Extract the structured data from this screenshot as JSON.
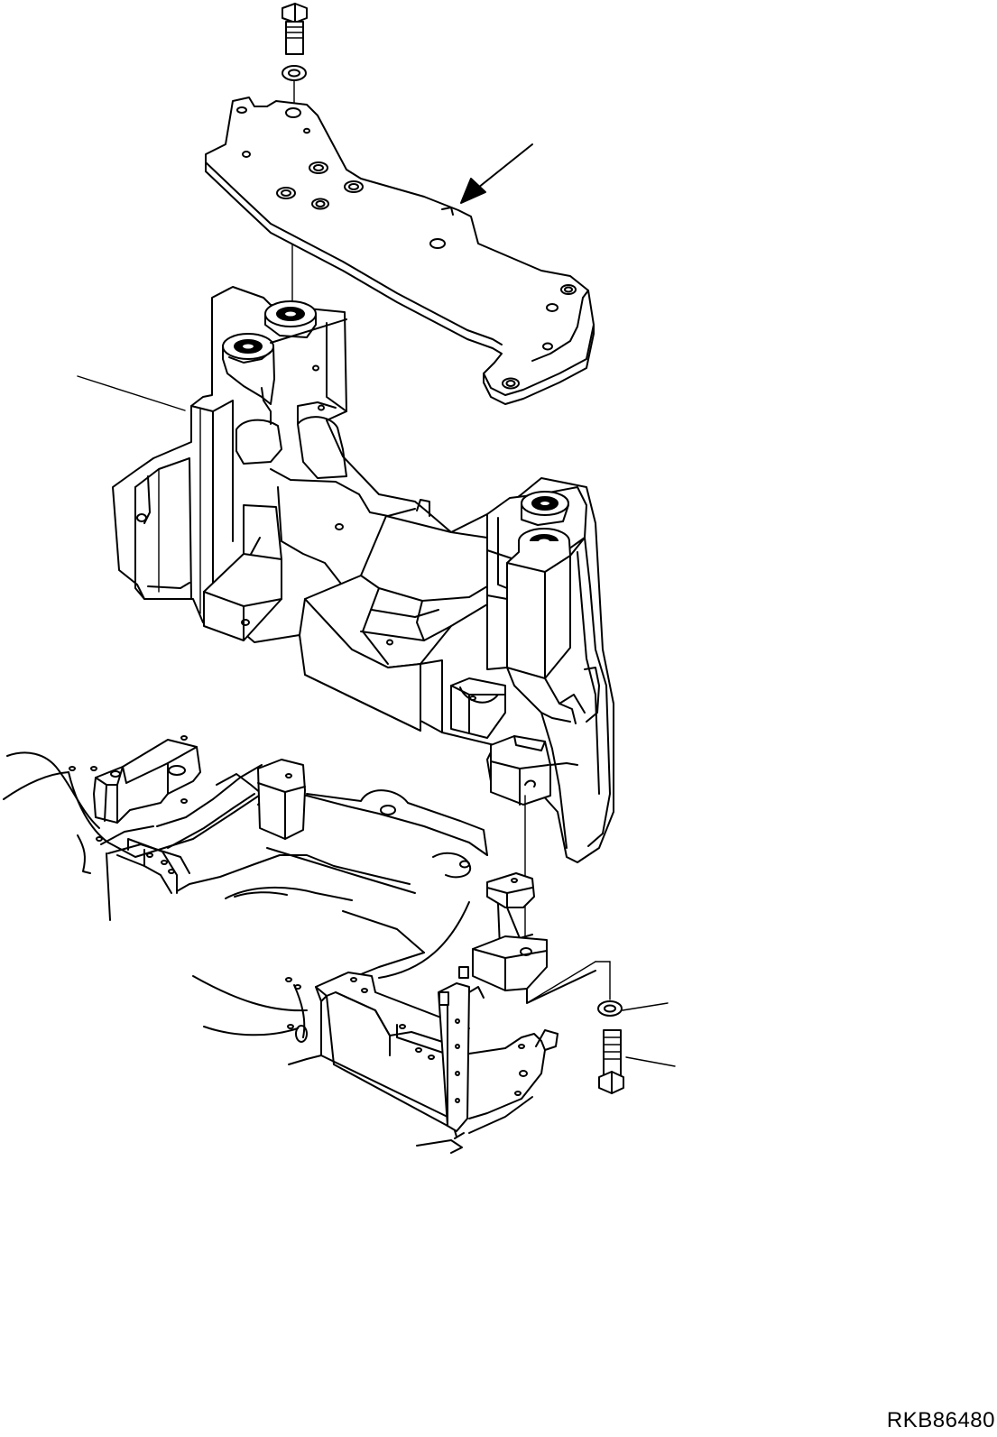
{
  "drawing": {
    "reference_code": "RKB86480",
    "parts": [
      {
        "name": "top-bolt",
        "icon": "bolt-icon"
      },
      {
        "name": "top-washer",
        "icon": "washer-icon"
      },
      {
        "name": "mounting-plate",
        "icon": "plate-icon"
      },
      {
        "name": "view-arrow",
        "icon": "arrow-icon"
      },
      {
        "name": "cab-support-frame",
        "icon": "frame-icon"
      },
      {
        "name": "base-frame",
        "icon": "frame-icon"
      },
      {
        "name": "bottom-washer",
        "icon": "washer-icon"
      },
      {
        "name": "bottom-bolt",
        "icon": "bolt-icon"
      }
    ]
  }
}
